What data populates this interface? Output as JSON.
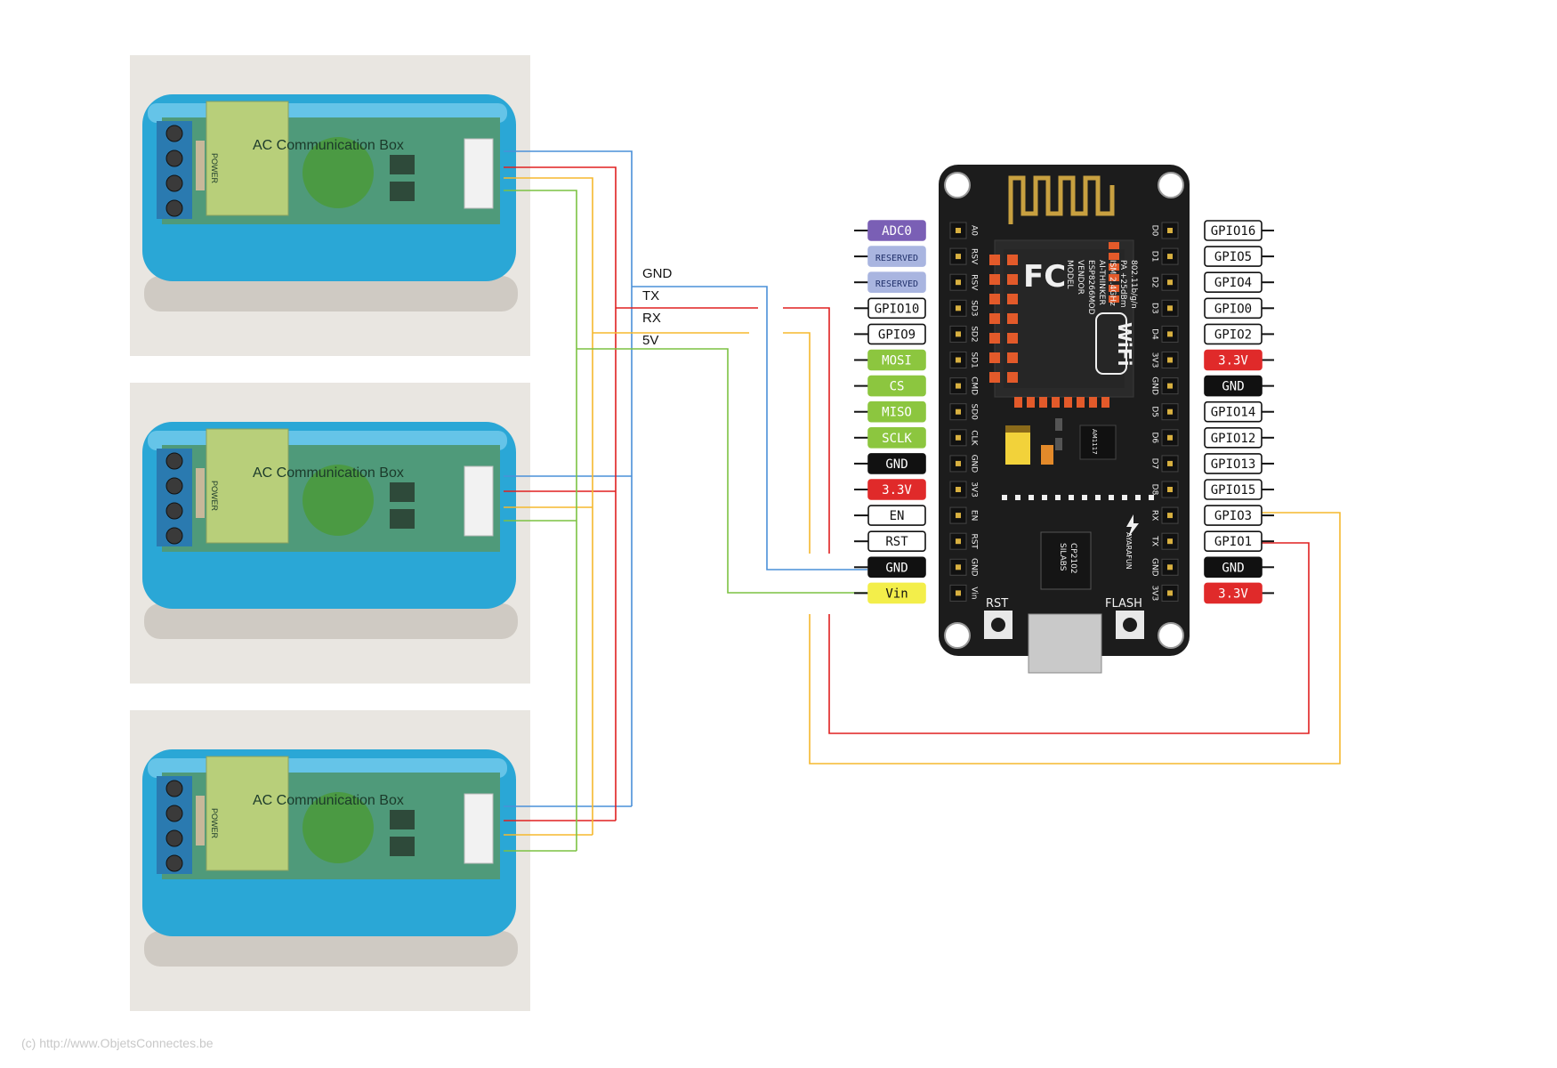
{
  "colors": {
    "wire_gnd": "#4a90d9",
    "wire_tx": "#e02020",
    "wire_rx": "#f5b82e",
    "wire_5v": "#7cc242",
    "board": "#1c1c1c",
    "module_shell": "#2aa7d6",
    "module_pcb": "#b8cf7a"
  },
  "bus_labels": {
    "gnd": "GND",
    "tx": "TX",
    "rx": "RX",
    "v5": "5V"
  },
  "modules": [
    {
      "title": "AC Communication Box",
      "left_text": "POWER"
    },
    {
      "title": "AC Communication Box",
      "left_text": "POWER"
    },
    {
      "title": "AC Communication Box",
      "left_text": "POWER"
    }
  ],
  "board": {
    "vendor_lines": [
      "MODEL",
      "VENDOR",
      "ESP8266MOD",
      "AI-THINKER",
      "ISM 2.4GHz",
      "PA +25dBm",
      "802.11b/g/n"
    ],
    "wifi_text": "WiFi",
    "fcc_text": "FC",
    "chip_text": [
      "SILABS",
      "CP2102"
    ],
    "reg_text": "AM1117",
    "brand_text": "AYARAFUN",
    "btn_rst": "RST",
    "btn_flash": "FLASH"
  },
  "left_pins": [
    {
      "label": "ADC0",
      "header": "A0",
      "color": "#7a5fb5",
      "text_color": "#ffffff"
    },
    {
      "label": "RESERVED",
      "header": "RSV",
      "color": "#a9b5e0",
      "text_color": "#20306a"
    },
    {
      "label": "RESERVED",
      "header": "RSV",
      "color": "#a9b5e0",
      "text_color": "#20306a"
    },
    {
      "label": "GPIO10",
      "header": "SD3",
      "color": "#ffffff",
      "text_color": "#111111"
    },
    {
      "label": "GPIO9",
      "header": "SD2",
      "color": "#ffffff",
      "text_color": "#111111"
    },
    {
      "label": "MOSI",
      "header": "SD1",
      "color": "#8cc63f",
      "text_color": "#ffffff"
    },
    {
      "label": "CS",
      "header": "CMD",
      "color": "#8cc63f",
      "text_color": "#ffffff"
    },
    {
      "label": "MISO",
      "header": "SD0",
      "color": "#8cc63f",
      "text_color": "#ffffff"
    },
    {
      "label": "SCLK",
      "header": "CLK",
      "color": "#8cc63f",
      "text_color": "#ffffff"
    },
    {
      "label": "GND",
      "header": "GND",
      "color": "#111111",
      "text_color": "#ffffff"
    },
    {
      "label": "3.3V",
      "header": "3V3",
      "color": "#e02a2a",
      "text_color": "#ffffff"
    },
    {
      "label": "EN",
      "header": "EN",
      "color": "#ffffff",
      "text_color": "#111111"
    },
    {
      "label": "RST",
      "header": "RST",
      "color": "#ffffff",
      "text_color": "#111111"
    },
    {
      "label": "GND",
      "header": "GND",
      "color": "#111111",
      "text_color": "#ffffff"
    },
    {
      "label": "Vin",
      "header": "Vin",
      "color": "#f3ee4a",
      "text_color": "#111111"
    }
  ],
  "right_pins": [
    {
      "label": "GPIO16",
      "header": "D0",
      "color": "#ffffff",
      "text_color": "#111111"
    },
    {
      "label": "GPIO5",
      "header": "D1",
      "color": "#ffffff",
      "text_color": "#111111"
    },
    {
      "label": "GPIO4",
      "header": "D2",
      "color": "#ffffff",
      "text_color": "#111111"
    },
    {
      "label": "GPIO0",
      "header": "D3",
      "color": "#ffffff",
      "text_color": "#111111"
    },
    {
      "label": "GPIO2",
      "header": "D4",
      "color": "#ffffff",
      "text_color": "#111111"
    },
    {
      "label": "3.3V",
      "header": "3V3",
      "color": "#e02a2a",
      "text_color": "#ffffff"
    },
    {
      "label": "GND",
      "header": "GND",
      "color": "#111111",
      "text_color": "#ffffff"
    },
    {
      "label": "GPIO14",
      "header": "D5",
      "color": "#ffffff",
      "text_color": "#111111"
    },
    {
      "label": "GPIO12",
      "header": "D6",
      "color": "#ffffff",
      "text_color": "#111111"
    },
    {
      "label": "GPIO13",
      "header": "D7",
      "color": "#ffffff",
      "text_color": "#111111"
    },
    {
      "label": "GPIO15",
      "header": "D8",
      "color": "#ffffff",
      "text_color": "#111111"
    },
    {
      "label": "GPIO3",
      "header": "RX",
      "color": "#ffffff",
      "text_color": "#111111"
    },
    {
      "label": "GPIO1",
      "header": "TX",
      "color": "#ffffff",
      "text_color": "#111111"
    },
    {
      "label": "GND",
      "header": "GND",
      "color": "#111111",
      "text_color": "#ffffff"
    },
    {
      "label": "3.3V",
      "header": "3V3",
      "color": "#e02a2a",
      "text_color": "#ffffff"
    }
  ],
  "footer": {
    "copyright": "(c) http://www.ObjetsConnectes.be"
  }
}
